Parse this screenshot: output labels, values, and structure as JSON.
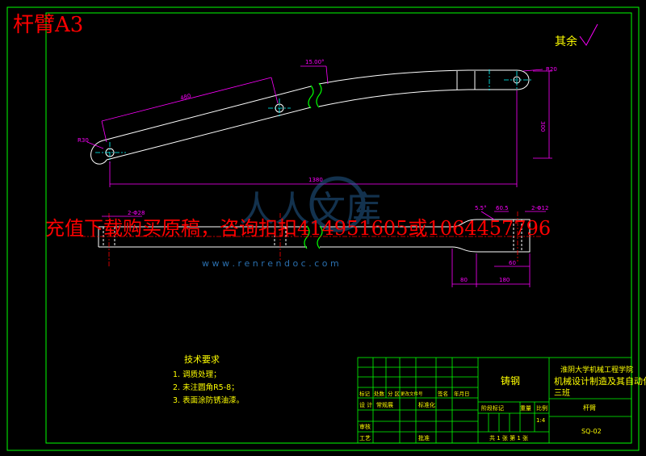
{
  "sheet": {
    "title": "杆臂A3",
    "surface_note": "其余",
    "watermark_banner": "充值下载购买原稿，咨询扣扣414951605或1064457796",
    "watermark_url": "w w w . r e n r e n d o c . c o m",
    "watermark_logo_text": "人人文库"
  },
  "dimensions": {
    "angle": "15.00°",
    "radius_left": "R30",
    "radius_right": "R20",
    "length_upper": "480",
    "height_right": "300",
    "total_length": "1380",
    "holes_left": "2-Φ28",
    "angle_small": "5.5°",
    "thickness_a": "60.5",
    "holes_right": "2-Φ12",
    "width_a": "60",
    "width_b": "80",
    "width_c": "180"
  },
  "tech_requirements": {
    "title": "技术要求",
    "items": [
      "1. 调质处理；",
      "2. 未注圆角R5-8；",
      "3. 表面涂防锈油漆。"
    ]
  },
  "title_block": {
    "material": "铸钢",
    "school": "淮阴大学机械工程学院",
    "major": "机械设计制造及其自动化",
    "class": "三班",
    "part_name": "杆臂",
    "drawing_no": "SQ-02",
    "scale_label": "比例",
    "scale": "1:4",
    "stage_label": "阶段标记",
    "weight_label": "重量",
    "sheets": "共 1 张  第 1 张",
    "header_cells": [
      "标记",
      "处数",
      "分 区",
      "更改文件号",
      "签名",
      "年月日"
    ],
    "design_label": "设 计",
    "designer": "常规展",
    "standard_label": "标准化",
    "review_label": "审核",
    "process_label": "工艺",
    "approve_label": "批准"
  },
  "colors": {
    "line": "#ffffff",
    "green": "#00ff00",
    "yellow": "#ffff00",
    "magenta": "#ff00ff",
    "red": "#ff0000",
    "cyan": "#00ffff",
    "dim": "#ff00ff"
  }
}
